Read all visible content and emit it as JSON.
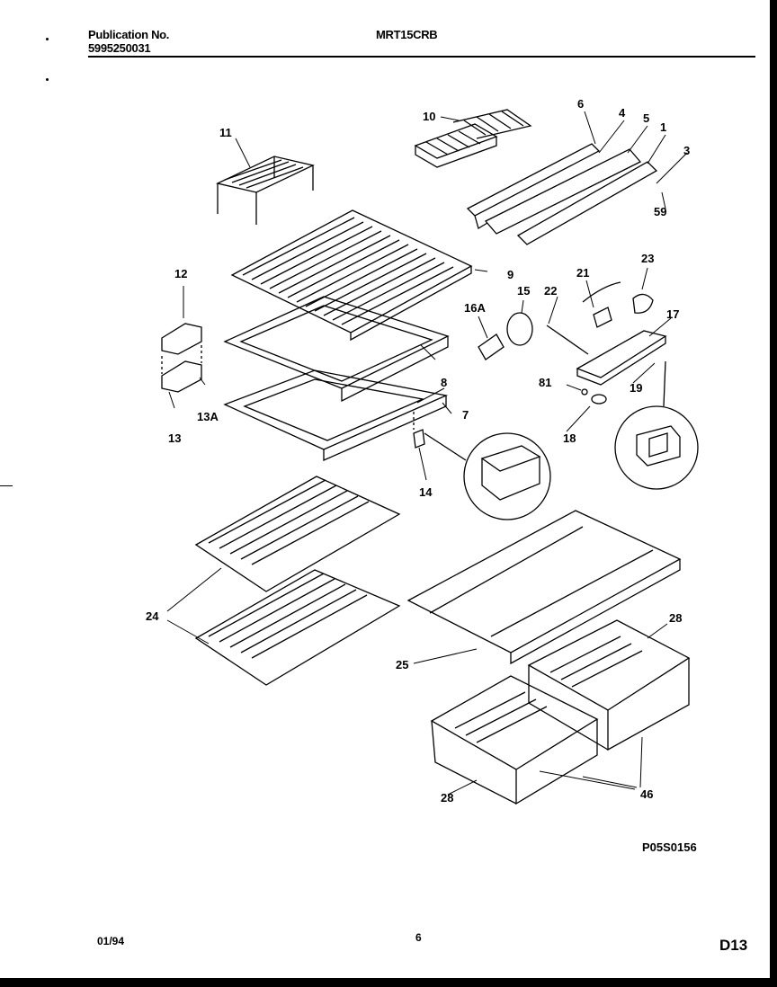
{
  "header": {
    "publication_label": "Publication No.",
    "publication_number": "5995250031",
    "model": "MRT15CRB"
  },
  "diagram": {
    "callouts": [
      "11",
      "10",
      "6",
      "4",
      "5",
      "1",
      "3",
      "59",
      "12",
      "9",
      "16A",
      "15",
      "21",
      "22",
      "23",
      "17",
      "13A",
      "13",
      "8",
      "7",
      "81",
      "19",
      "18",
      "14",
      "24",
      "25",
      "28",
      "28",
      "46"
    ],
    "figure_code": "P05S0156"
  },
  "footer": {
    "date": "01/94",
    "page": "6",
    "section": "D13"
  }
}
